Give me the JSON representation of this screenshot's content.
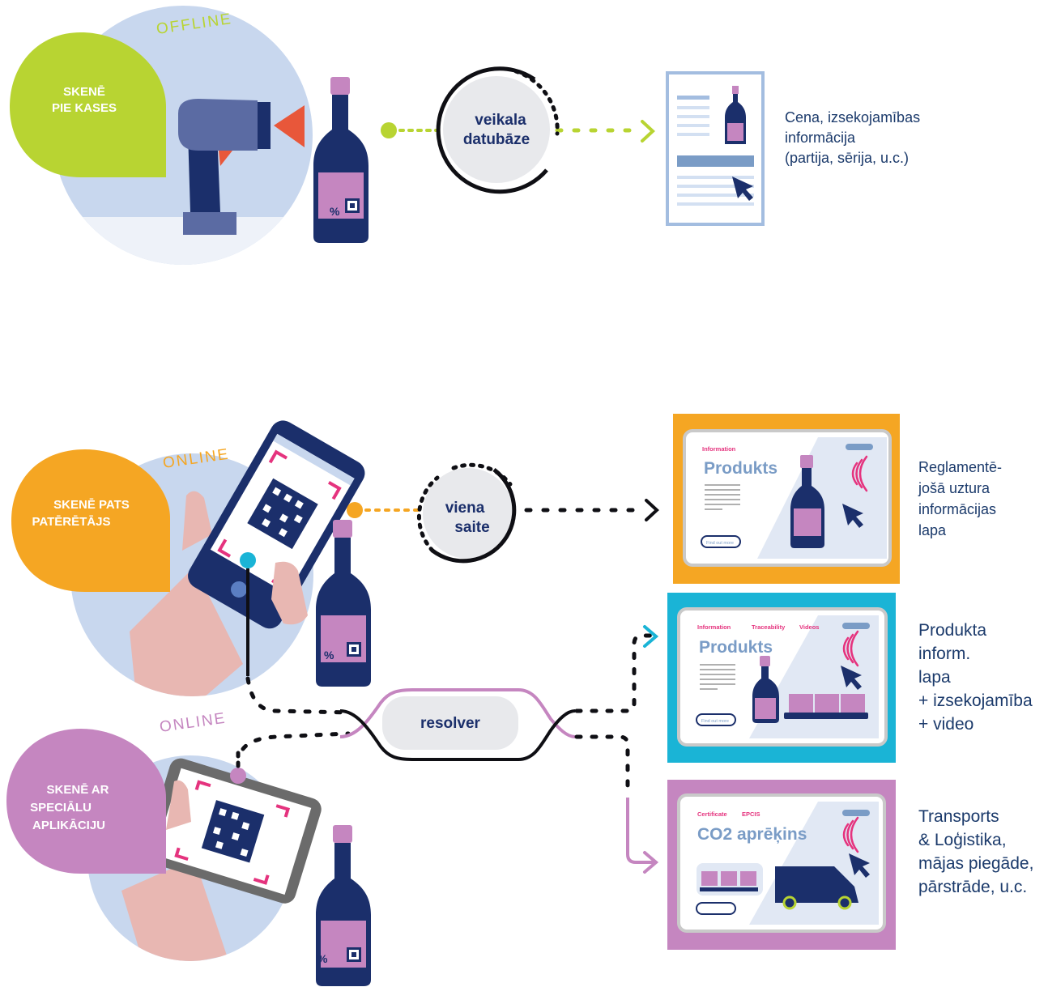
{
  "section1": {
    "mode": "OFFLINE",
    "bubble": [
      "SKENĒ",
      "PIE KASES"
    ],
    "node": [
      "veikala",
      "datubāze"
    ],
    "bottle_label": "%",
    "description": [
      "Cena, izsekojamības",
      "informācija",
      "(partija, sērija, u.c.)"
    ]
  },
  "section2": {
    "mode": "ONLINE",
    "bubble": [
      "SKENĒ PATS",
      "PATĒRĒTĀJS"
    ],
    "node": [
      "viena",
      "saite"
    ],
    "bottle_label": "%"
  },
  "section3": {
    "mode": "ONLINE",
    "bubble": [
      "SKENĒ AR",
      "SPECIĀLU",
      "APLIKĀCIJU"
    ],
    "bottle_label": "%"
  },
  "resolver": "resolver",
  "outputs": [
    {
      "tabs": [
        "Information"
      ],
      "title": "Produkts",
      "button": "Find out more",
      "description": [
        "Reglamentē-",
        "jošā uztura",
        "informācijas",
        "lapa"
      ],
      "frame_color": "#f5a623"
    },
    {
      "tabs": [
        "Information",
        "Traceability",
        "Videos"
      ],
      "title": "Produkts",
      "button": "Find out more",
      "description": [
        "Produkta",
        "inform.",
        "lapa",
        "+ izsekojamība",
        "+ video"
      ],
      "frame_color": "#1ab4d6"
    },
    {
      "tabs": [
        "Certificate",
        "EPCIS"
      ],
      "title": "CO2 aprēķins",
      "description": [
        "Transports",
        "& Loģistika,",
        "mājas piegāde,",
        "pārstrāde, u.c."
      ],
      "frame_color": "#c586c0"
    }
  ],
  "colors": {
    "navy": "#1b2f6b",
    "lime": "#b8d432",
    "orange": "#f5a623",
    "purple": "#c586c0",
    "cyan": "#1ab4d6",
    "pink": "#e5337e",
    "light_blue": "#c8d7ee",
    "steel_blue": "#7a9cc6"
  }
}
